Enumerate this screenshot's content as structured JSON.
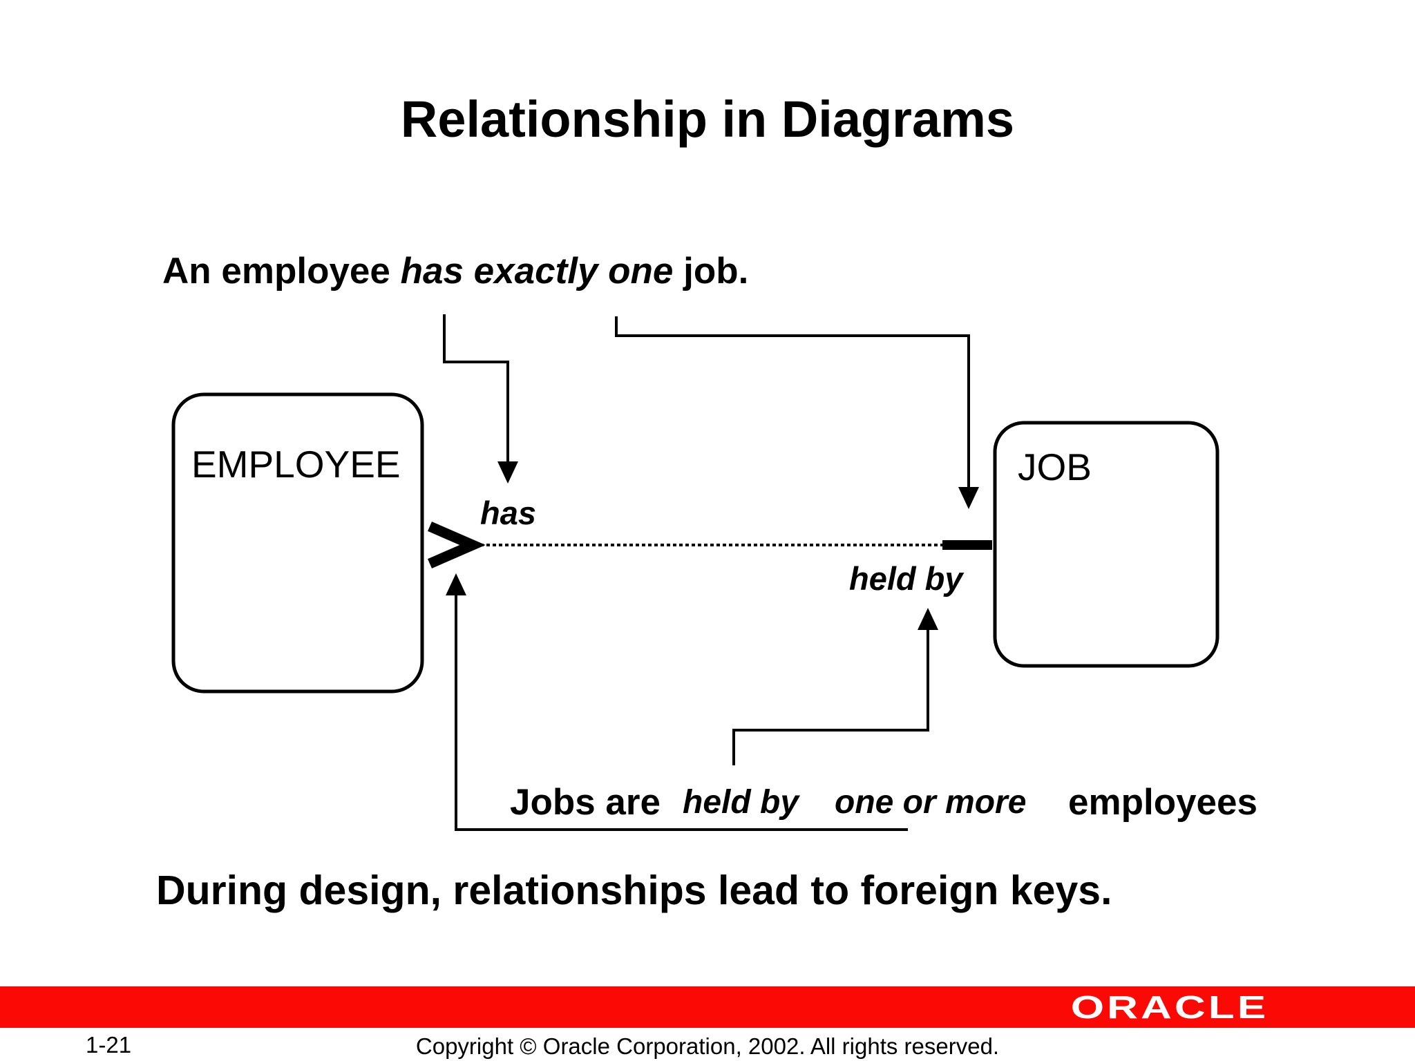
{
  "title": "Relationship in Diagrams",
  "sentence1": {
    "part1": "An employee ",
    "emphasis": "has exactly one",
    "part2": " job."
  },
  "entities": {
    "employee": "EMPLOYEE",
    "job": "JOB"
  },
  "relationship": {
    "label_employee_side": "has",
    "label_job_side": "held by"
  },
  "sentence2": {
    "part1": "Jobs are",
    "emphasis1": "held by",
    "emphasis2": "one or more",
    "part2": "employees"
  },
  "design_note": "During design, relationships lead to foreign keys.",
  "footer": {
    "brand": "ORACLE",
    "page_number": "1-21",
    "copyright": "Copyright © Oracle Corporation, 2002. All rights reserved."
  },
  "colors": {
    "footer_bar": "#fb0a05",
    "foreground": "#000000"
  }
}
